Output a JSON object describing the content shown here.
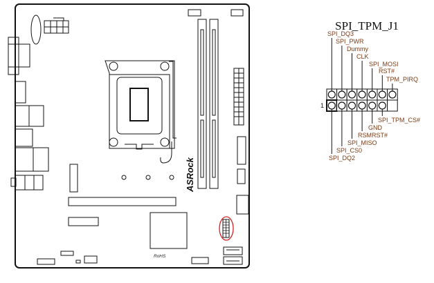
{
  "header": {
    "title": "SPI_TPM_J1",
    "pin1_marker": "1",
    "label_color": "#7a3a14",
    "highlight_color": "#d42020",
    "top_row_labels": [
      "SPI_DQ3",
      "SPI_PWR",
      "Dummy",
      "CLK",
      "SPI_MOSI",
      "RST#",
      "TPM_PIRQ"
    ],
    "bottom_row_labels": [
      "SPI_DQ2",
      "SPI_CS0",
      "SPI_MISO",
      "RSMRST#",
      "GND",
      "SPI_TPM_CS#"
    ]
  },
  "board": {
    "brand_logo": "ASRock",
    "rohs_mark": "RoHS"
  }
}
